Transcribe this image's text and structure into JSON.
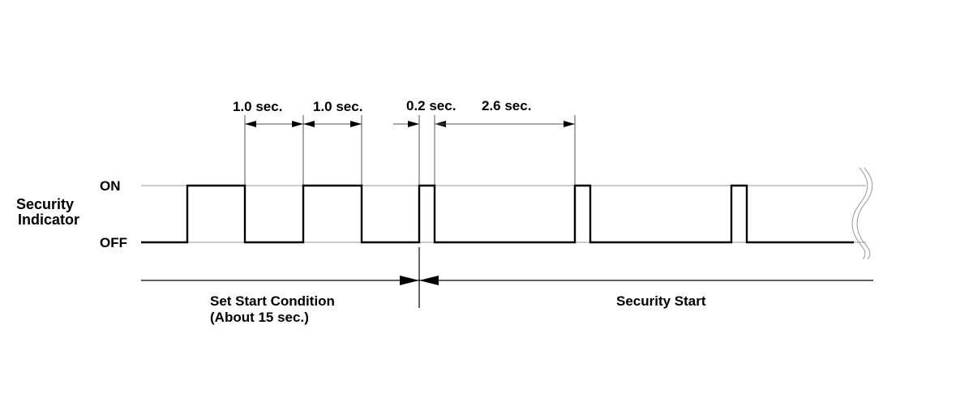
{
  "signal_label": {
    "line1": "Security",
    "line2": "Indicator"
  },
  "levels": {
    "on": "ON",
    "off": "OFF"
  },
  "durations": {
    "first_on": "1.0 sec.",
    "first_off": "1.0 sec.",
    "short_on": "0.2 sec.",
    "long_off": "2.6 sec."
  },
  "phases": {
    "set_start": {
      "line1": "Set Start Condition",
      "line2": "(About 15 sec.)"
    },
    "security_start": "Security Start"
  }
}
